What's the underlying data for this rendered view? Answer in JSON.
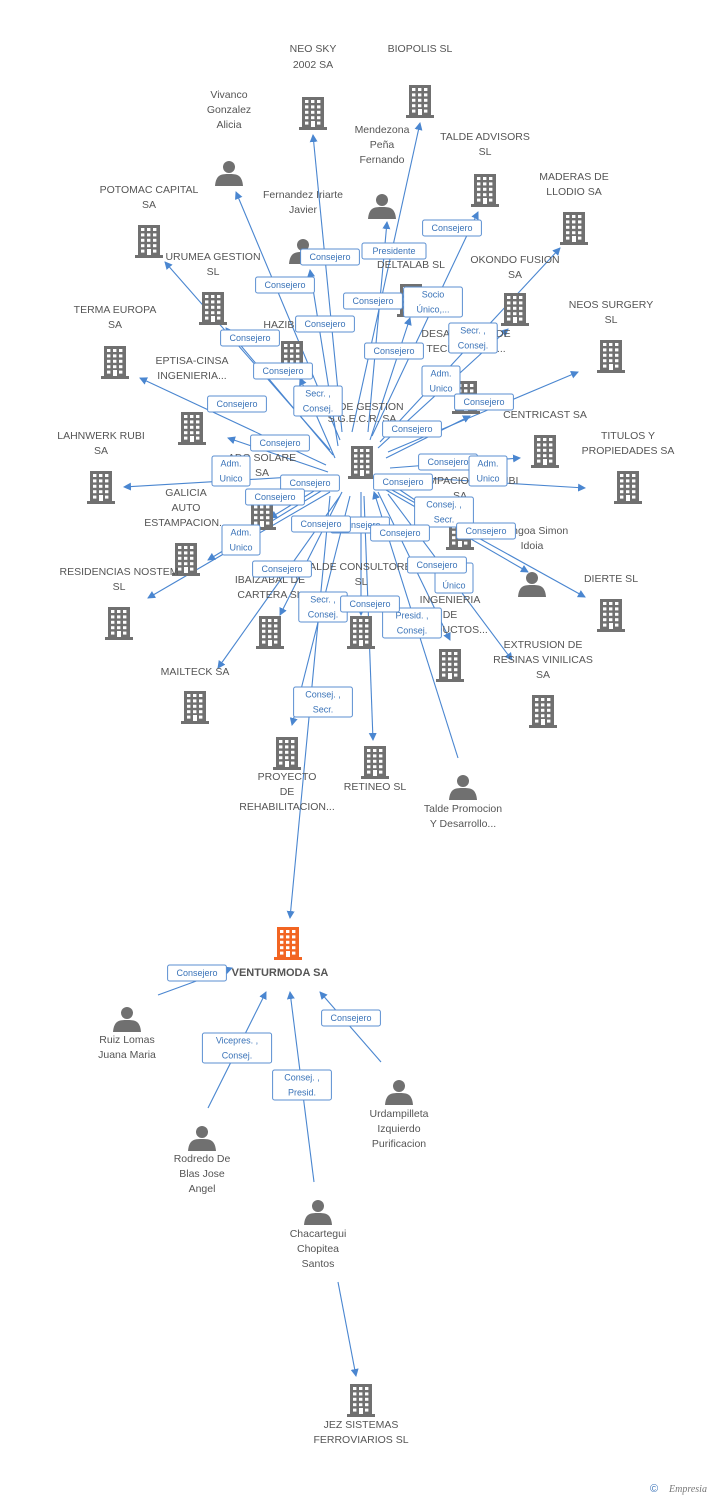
{
  "diagram": {
    "colors": {
      "edge": "#4a86d0",
      "node": "#707070",
      "main_node": "#f26522",
      "label": "#555555",
      "rel_border": "#5b8fd1",
      "rel_text": "#3a73b8"
    },
    "main_company": {
      "label": "VENTURMODA SA"
    },
    "hub": {
      "label": "TALDE GESTION S.G.E.C.R. SA"
    },
    "nodes": [
      {
        "id": "neosky",
        "type": "company",
        "label": "NEO SKY 2002 SA"
      },
      {
        "id": "biopolis",
        "type": "company",
        "label": "BIOPOLIS SL"
      },
      {
        "id": "vivanco",
        "type": "person",
        "label": "Vivanco Gonzalez Alicia"
      },
      {
        "id": "mendezona",
        "type": "person",
        "label": "Mendezona Peña Fernando"
      },
      {
        "id": "taldeadv",
        "type": "company",
        "label": "TALDE ADVISORS SL"
      },
      {
        "id": "maderas",
        "type": "company",
        "label": "MADERAS DE LLODIO SA"
      },
      {
        "id": "potomac",
        "type": "company",
        "label": "POTOMAC CAPITAL SA"
      },
      {
        "id": "fernandez",
        "type": "person",
        "label": "Fernandez Iriarte Javier"
      },
      {
        "id": "deltalab",
        "type": "company",
        "label": "DELTALAB SL"
      },
      {
        "id": "urumea",
        "type": "company",
        "label": "URUMEA GESTION SL"
      },
      {
        "id": "okondo",
        "type": "company",
        "label": "OKONDO FUSION SA"
      },
      {
        "id": "terma",
        "type": "company",
        "label": "TERMA EUROPA SA"
      },
      {
        "id": "hazibide",
        "type": "company",
        "label": "HAZIBIDE..."
      },
      {
        "id": "destecnicas",
        "type": "company",
        "label": "DESARROLLO DE TECNICAS DE..."
      },
      {
        "id": "neossurgery",
        "type": "company",
        "label": "NEOS SURGERY SL"
      },
      {
        "id": "eptisa",
        "type": "company",
        "label": "EPTISA-CINSA INGENIERIA..."
      },
      {
        "id": "centricast",
        "type": "company",
        "label": "CENTRICAST SA"
      },
      {
        "id": "lahnwerk",
        "type": "company",
        "label": "LAHNWERK RUBI SA"
      },
      {
        "id": "ado",
        "type": "company",
        "label": "ADO SOLARE SA"
      },
      {
        "id": "titulos",
        "type": "company",
        "label": "TITULOS Y PROPIEDADES SA"
      },
      {
        "id": "estampaciones",
        "type": "company",
        "label": "ESTAMPACIONES RUBI SA"
      },
      {
        "id": "galicia",
        "type": "company",
        "label": "GALICIA AUTO ESTAMPACION..."
      },
      {
        "id": "arengoa",
        "type": "person",
        "label": "Arengoa Simon Idoia"
      },
      {
        "id": "residencias",
        "type": "company",
        "label": "RESIDENCIAS NOSTEM SL"
      },
      {
        "id": "ibaizabal",
        "type": "company",
        "label": "IBAIZABAL DE CARTERA SL"
      },
      {
        "id": "taldecons",
        "type": "company",
        "label": "TALDE CONSULTORES SL"
      },
      {
        "id": "ingenieria",
        "type": "company",
        "label": "INGENIERIA DE PRODUCTOS..."
      },
      {
        "id": "dierte",
        "type": "company",
        "label": "DIERTE SL"
      },
      {
        "id": "extrusion",
        "type": "company",
        "label": "EXTRUSION DE RESINAS VINILICAS SA"
      },
      {
        "id": "mailteck",
        "type": "company",
        "label": "MAILTECK SA"
      },
      {
        "id": "proyecto",
        "type": "company",
        "label": "PROYECTO DE REHABILITACION..."
      },
      {
        "id": "retineo",
        "type": "company",
        "label": "RETINEO SL"
      },
      {
        "id": "taldeprom",
        "type": "person",
        "label": "Talde Promocion Y Desarrollo..."
      },
      {
        "id": "ruizlomas",
        "type": "person",
        "label": "Ruiz Lomas Juana Maria"
      },
      {
        "id": "rodredo",
        "type": "person",
        "label": "Rodredo De Blas Jose Angel"
      },
      {
        "id": "urdampilleta",
        "type": "person",
        "label": "Urdampilleta Izquierdo Purificacion"
      },
      {
        "id": "chacartegui",
        "type": "person",
        "label": "Chacartegui Chopitea Santos"
      },
      {
        "id": "jez",
        "type": "company",
        "label": "JEZ SISTEMAS FERROVIARIOS SL"
      }
    ],
    "relations": [
      {
        "label": "Consejero"
      },
      {
        "label": "Presidente"
      },
      {
        "label": "Consejero"
      },
      {
        "label": "Consejero"
      },
      {
        "label": "Socio Único,..."
      },
      {
        "label": "Consejero"
      },
      {
        "label": "Consejero"
      },
      {
        "label": "Consejero"
      },
      {
        "label": "Secr. , Consej."
      },
      {
        "label": "Consejero"
      },
      {
        "label": "Consejero"
      },
      {
        "label": "Adm. Unico"
      },
      {
        "label": "Secr. , Consej."
      },
      {
        "label": "Consejero"
      },
      {
        "label": "Consejero"
      },
      {
        "label": "Consejero"
      },
      {
        "label": "Consejero"
      },
      {
        "label": "Adm. Unico"
      },
      {
        "label": "Consejero"
      },
      {
        "label": "Consejero"
      },
      {
        "label": "Adm. Unico"
      },
      {
        "label": "Consejero"
      },
      {
        "label": "Consejero"
      },
      {
        "label": "Consejero"
      },
      {
        "label": "Adm. Unico"
      },
      {
        "label": "Consej. , Secr."
      },
      {
        "label": "Consejero"
      },
      {
        "label": "Consejero"
      },
      {
        "label": "Consejero"
      },
      {
        "label": "Socio Único"
      },
      {
        "label": "Consejero"
      },
      {
        "label": "Consejero"
      },
      {
        "label": "Secr. , Consej."
      },
      {
        "label": "Presid. , Consej."
      },
      {
        "label": "Consej. , Secr."
      },
      {
        "label": "Consejero"
      },
      {
        "label": "Consejero"
      },
      {
        "label": "Vicepres. , Consej."
      },
      {
        "label": "Consej. , Presid."
      },
      {
        "label": "Consejero"
      }
    ]
  },
  "footer": {
    "copyright": "©",
    "brand": "Empresia"
  }
}
